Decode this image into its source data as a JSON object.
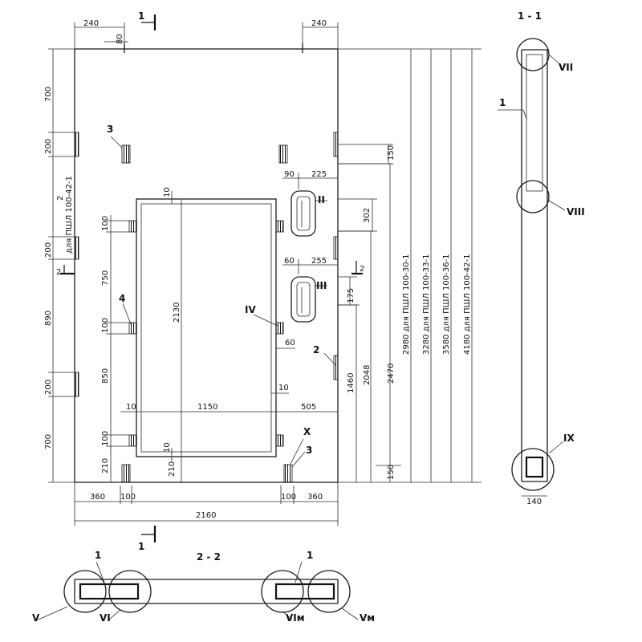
{
  "dims": {
    "top_left": "240",
    "top_gap": "80",
    "top_right": "240",
    "left_stack": [
      "700",
      "200",
      "200",
      "890",
      "200",
      "700"
    ],
    "inner_left": [
      "100",
      "750",
      "100",
      "850",
      "100",
      "210"
    ],
    "opening_height": "2130",
    "opening_width": "1150",
    "top_inset": "10",
    "bottom_inset": "10",
    "left_inset": "10",
    "right_inset": "10",
    "bottom_gap": "210",
    "right_offset": "505",
    "d150_top": "150",
    "d90": "90",
    "d225": "225",
    "d302": "302",
    "d60a": "60",
    "d255": "255",
    "d175": "175",
    "d60b": "60",
    "d1460": "1460",
    "d2048": "2048",
    "d2470": "2470",
    "d150_bottom": "150",
    "bottom_360_left": "360",
    "bottom_100_left": "100",
    "bottom_100_right": "100",
    "bottom_360_right": "360",
    "total_width": "2160"
  },
  "variants": [
    "2980 для ПШЛ 100-30-1",
    "3280 для ПШЛ 100-33-1",
    "3580 для ПШЛ 100-36-1",
    "4180 для ПШЛ 100-42-1"
  ],
  "labels": {
    "note_left_num": "2",
    "note_left_text": "для ПШЛ 100-42-1",
    "p1": "1",
    "p2": "2",
    "p3a": "3",
    "p3b": "3",
    "p4": "4",
    "n2": "2",
    "r_II": "II",
    "r_III": "III",
    "r_IV": "IV",
    "r_X": "X",
    "cut11_top": "1",
    "cut11_bottom": "1",
    "cut22_left": "2",
    "cut22_right": "2"
  },
  "section11": {
    "title": "1 - 1",
    "part": "1",
    "VII": "VII",
    "VIII": "VIII",
    "IX": "IX",
    "width": "140"
  },
  "section22": {
    "title": "2 - 2",
    "part_left": "1",
    "part_right": "1",
    "V": "V",
    "VI": "VI",
    "VI_m": "VIм",
    "V_m": "Vм"
  }
}
